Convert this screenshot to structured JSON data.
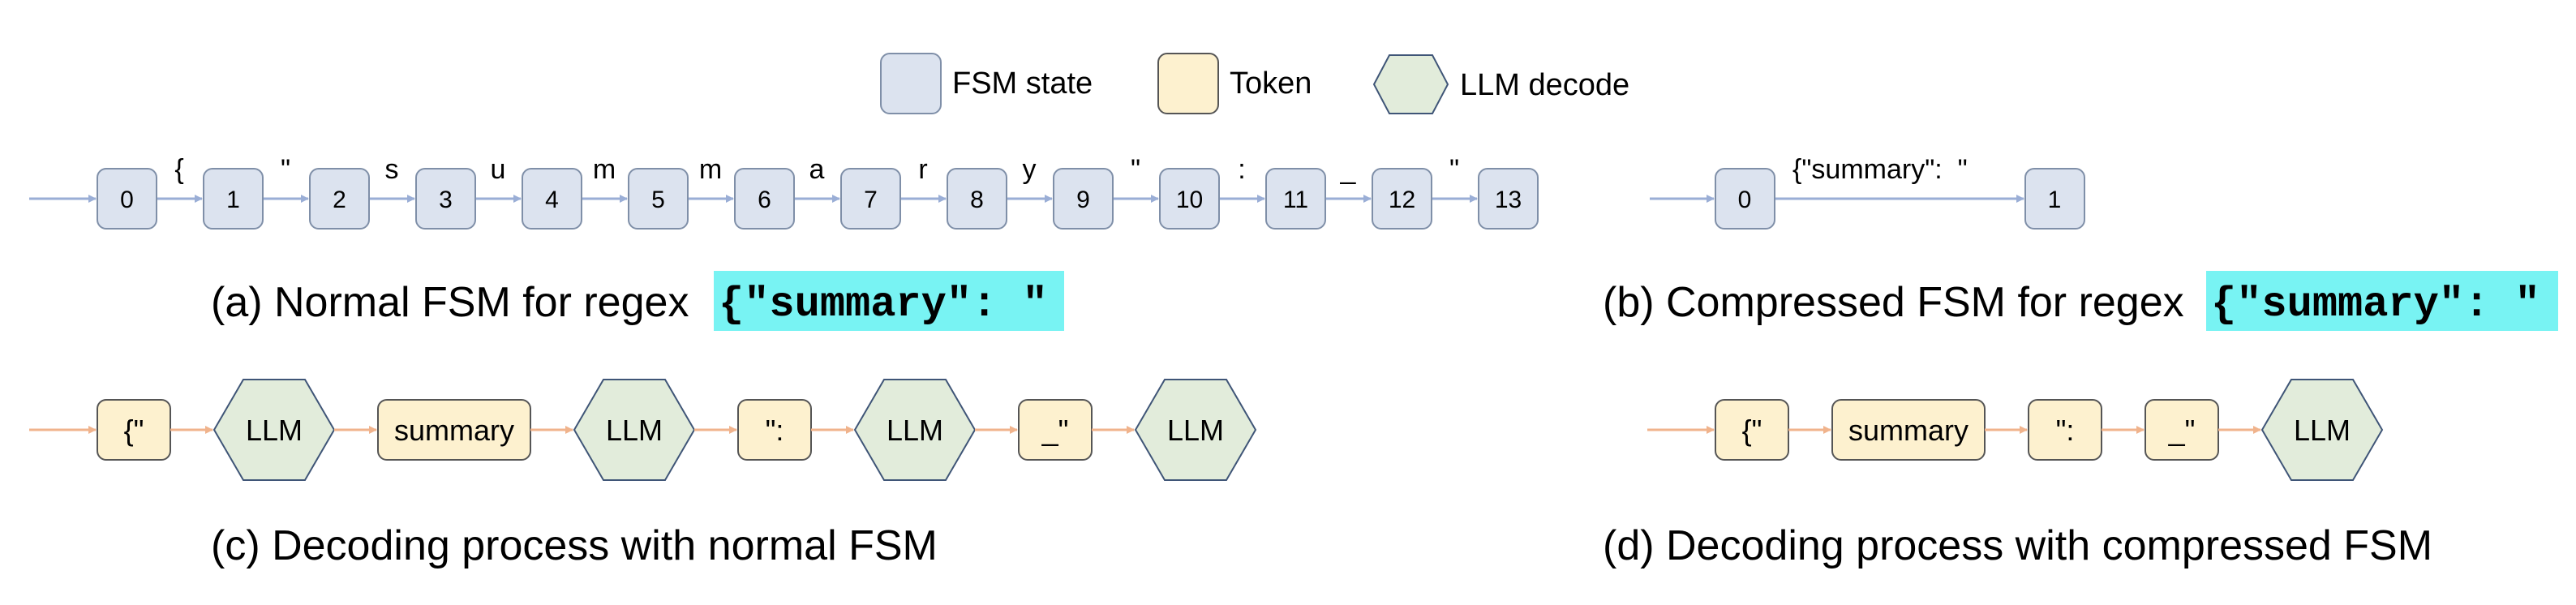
{
  "legend": {
    "items": [
      {
        "shape": "state",
        "label": "FSM state"
      },
      {
        "shape": "token",
        "label": "Token"
      },
      {
        "shape": "llm",
        "label": "LLM decode"
      }
    ]
  },
  "colors": {
    "state_fill": "#dce3ef",
    "state_stroke": "#7f8fa8",
    "token_fill": "#fdf1cf",
    "token_stroke": "#555555",
    "llm_fill": "#e2ecdb",
    "llm_stroke": "#3f5577",
    "blue_arrow": "#9aaed6",
    "orange_arrow": "#f0b38c",
    "regex_highlight": "#78f3f3"
  },
  "panel_a": {
    "caption_prefix": "(a) Normal FSM for regex ",
    "regex": "{\"summary\": \"",
    "states": [
      "0",
      "1",
      "2",
      "3",
      "4",
      "5",
      "6",
      "7",
      "8",
      "9",
      "10",
      "11",
      "12",
      "13"
    ],
    "edges": [
      "{",
      "\"",
      "s",
      "u",
      "m",
      "m",
      "a",
      "r",
      "y",
      "\"",
      ":",
      "_",
      "\""
    ]
  },
  "panel_b": {
    "caption_prefix": "(b) Compressed FSM for regex ",
    "regex": "{\"summary\": \"",
    "states": [
      "0",
      "1"
    ],
    "edge_label": "{\"summary\":  \""
  },
  "panel_c": {
    "caption": "(c) Decoding process with normal FSM",
    "sequence": [
      {
        "kind": "token",
        "label": "{\""
      },
      {
        "kind": "llm",
        "label": "LLM"
      },
      {
        "kind": "token",
        "label": "summary"
      },
      {
        "kind": "llm",
        "label": "LLM"
      },
      {
        "kind": "token",
        "label": "\":"
      },
      {
        "kind": "llm",
        "label": "LLM"
      },
      {
        "kind": "token",
        "label": "_\""
      },
      {
        "kind": "llm",
        "label": "LLM"
      }
    ]
  },
  "panel_d": {
    "caption": "(d) Decoding process with compressed FSM",
    "sequence": [
      {
        "kind": "token",
        "label": "{\""
      },
      {
        "kind": "token",
        "label": "summary"
      },
      {
        "kind": "token",
        "label": "\":"
      },
      {
        "kind": "token",
        "label": "_\""
      },
      {
        "kind": "llm",
        "label": "LLM"
      }
    ]
  }
}
